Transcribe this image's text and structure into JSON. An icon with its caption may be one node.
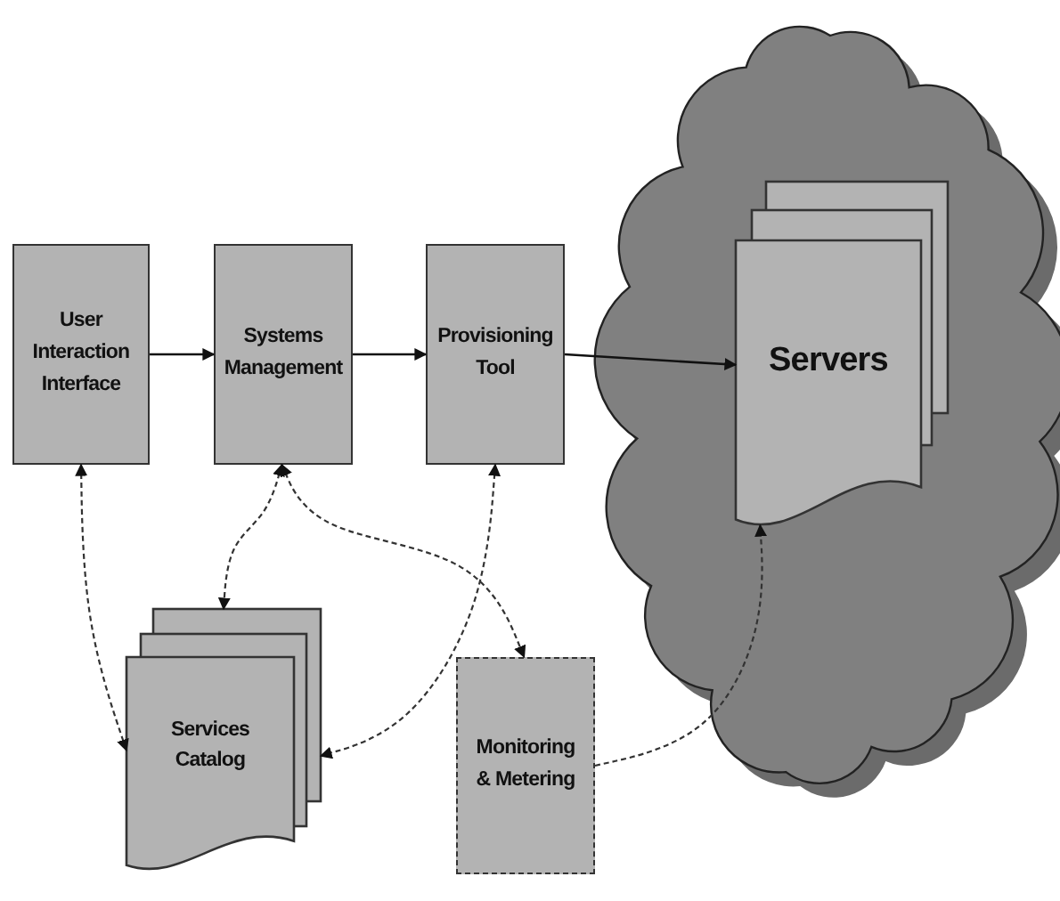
{
  "diagram": {
    "nodes": [
      {
        "text": [
          "User Interaction Interface"
        ]
      },
      {
        "text": [
          "Systems Management"
        ]
      },
      {
        "text": [
          "Provisioning Tool"
        ]
      },
      {
        "text": [],
        "shape": "cloud"
      },
      {
        "text": [
          "Servers"
        ],
        "in": 3
      },
      {
        "text": [
          "Services Catalog"
        ]
      },
      {
        "text": [
          "Monitoring & Metering"
        ]
      }
    ],
    "edges": [
      {
        "from": 0,
        "to": 1,
        "arrow": "to"
      },
      {
        "from": 1,
        "to": 2,
        "arrow": "to"
      },
      {
        "from": 2,
        "to": 4,
        "arrow": "to"
      },
      {
        "from": 0,
        "to": 5,
        "arrow": "both",
        "style": "dashed"
      },
      {
        "from": 1,
        "to": 5,
        "arrow": "both",
        "style": "dashed"
      },
      {
        "from": 1,
        "to": 6,
        "arrow": "both",
        "style": "dashed"
      },
      {
        "from": 2,
        "to": 5,
        "arrow": "both",
        "style": "dashed"
      },
      {
        "from": 6,
        "to": 4,
        "arrow": "to",
        "style": "dashed"
      }
    ]
  }
}
